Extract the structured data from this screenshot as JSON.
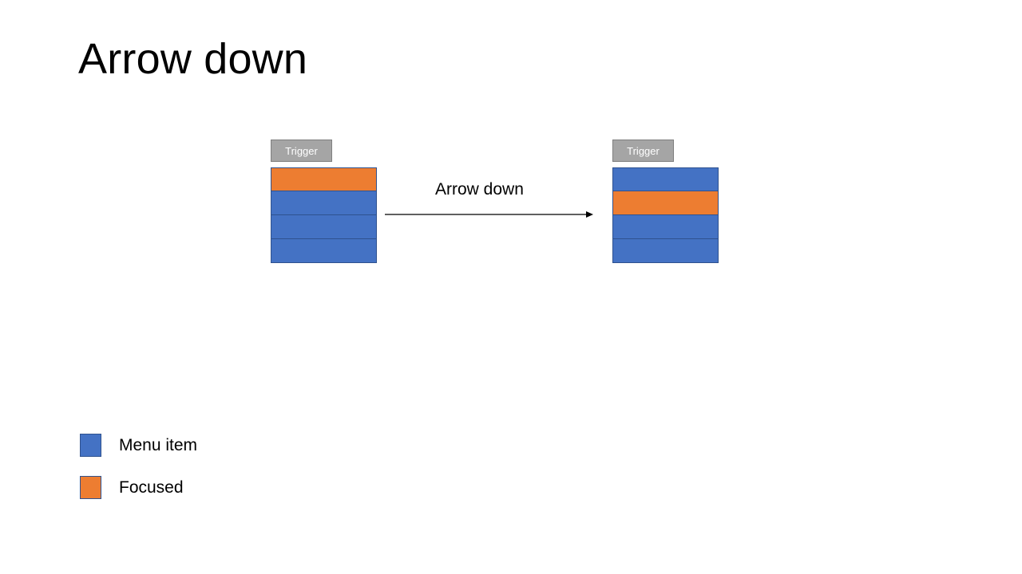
{
  "title": "Arrow down",
  "colors": {
    "menu_item": "#4472c4",
    "focused": "#ed7d31",
    "trigger": "#a5a5a5",
    "border": "#2f528f"
  },
  "before": {
    "trigger_label": "Trigger",
    "items": [
      "focused",
      "menu_item",
      "menu_item",
      "menu_item"
    ]
  },
  "after": {
    "trigger_label": "Trigger",
    "items": [
      "menu_item",
      "focused",
      "menu_item",
      "menu_item"
    ]
  },
  "transition_label": "Arrow down",
  "legend": [
    {
      "key": "menu_item",
      "label": "Menu item"
    },
    {
      "key": "focused",
      "label": "Focused"
    }
  ]
}
